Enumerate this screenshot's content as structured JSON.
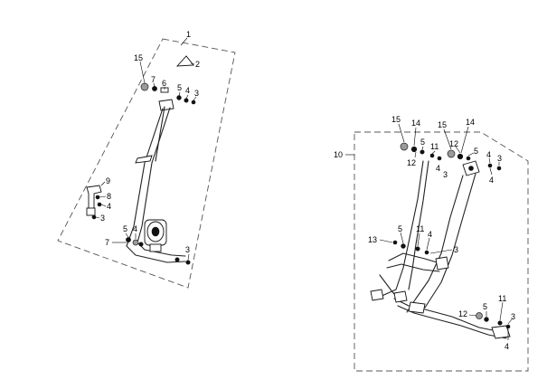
{
  "assembly_front": {
    "ref": "1",
    "callouts": {
      "c2": "2",
      "c15": "15",
      "c7a": "7",
      "c6": "6",
      "c5a": "5",
      "c4a": "4",
      "c3a": "3",
      "c9": "9",
      "c8": "8",
      "c4b": "4",
      "c3b": "3",
      "c5b": "5",
      "c4c": "4",
      "c7b": "7",
      "c3c": "3"
    }
  },
  "assembly_rear": {
    "ref": "10",
    "callouts": {
      "c15a": "15",
      "c14a": "14",
      "c5a": "5",
      "c12a": "12",
      "c11a": "11",
      "c4a": "4",
      "c3a": "3",
      "c15b": "15",
      "c14b": "14",
      "c12b": "12",
      "c5b": "5",
      "c4b": "4",
      "c3b": "3",
      "c4c": "4",
      "c13": "13",
      "c5c": "5",
      "c11b": "11",
      "c4d": "4",
      "c3c": "3",
      "c5d": "5",
      "c12c": "12",
      "c11c": "11",
      "c3d": "3",
      "c4e": "4"
    }
  }
}
